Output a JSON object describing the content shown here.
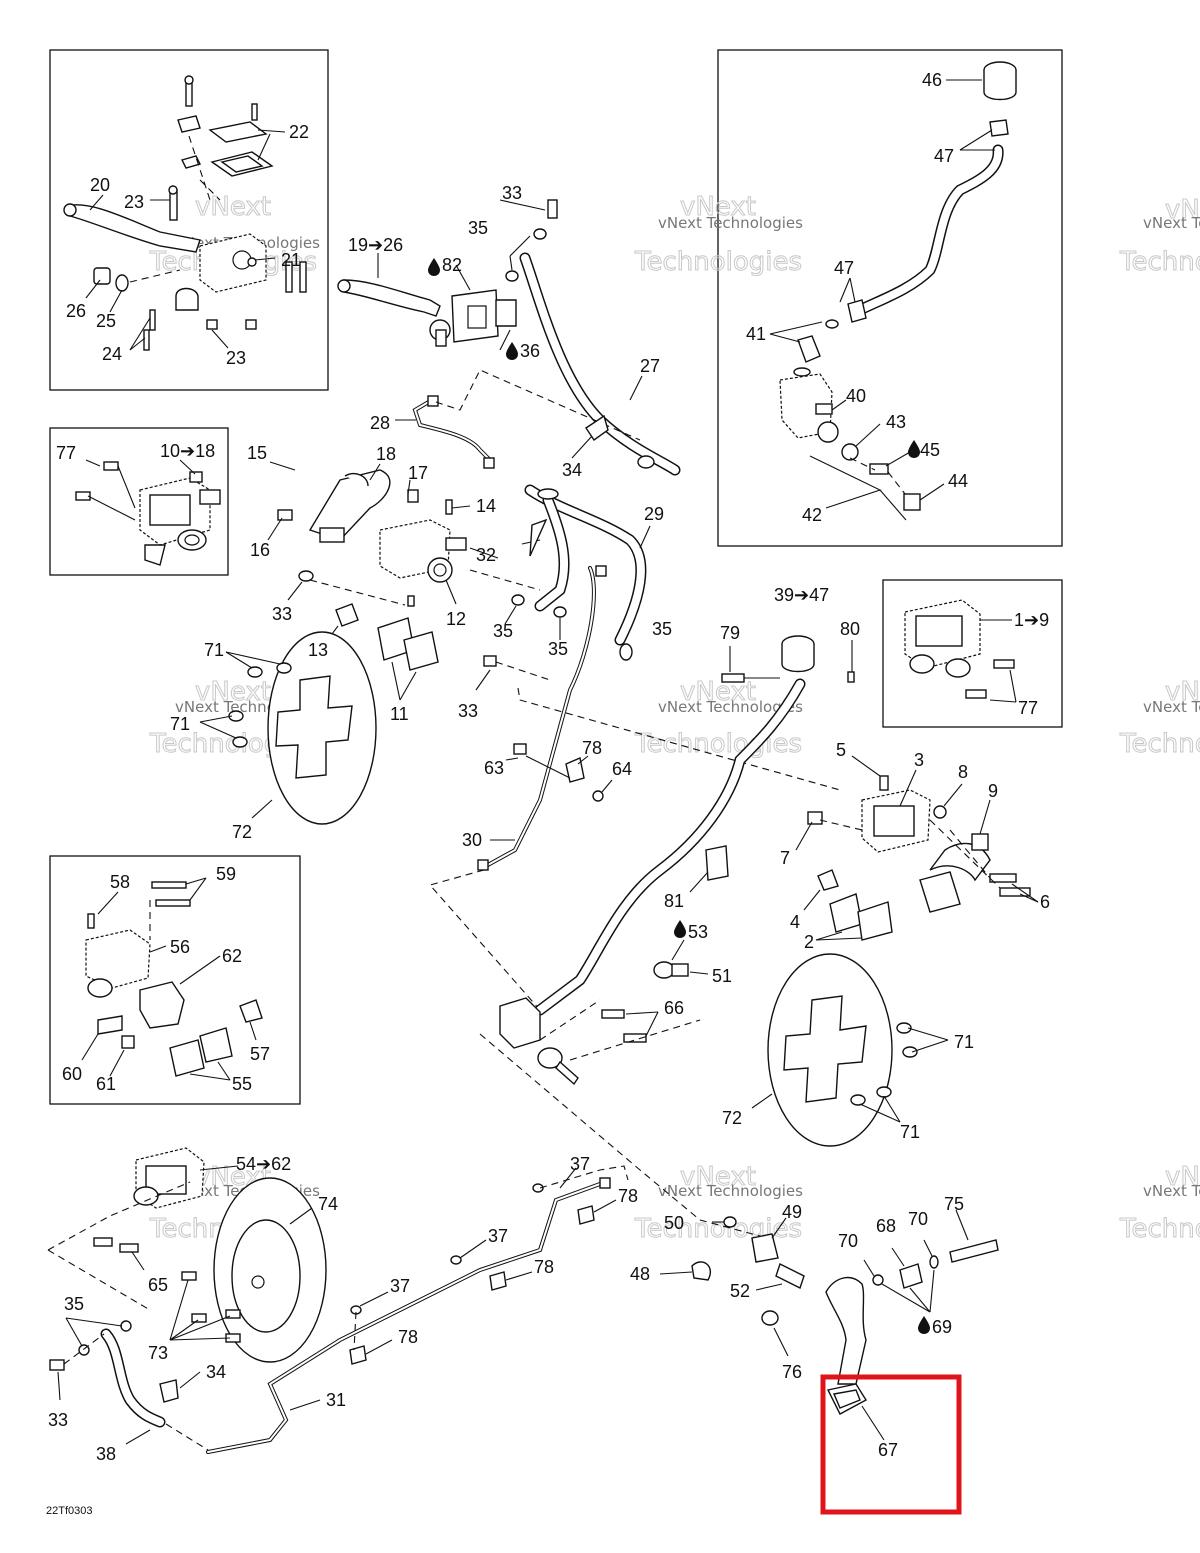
{
  "diagram_code": "22Tf0303",
  "watermark": {
    "line1": "vNext",
    "line2": "Technologies",
    "line3": "vNext Technologies"
  },
  "highlight_color": "#e0141b",
  "labels": {
    "l1_9": "1➔9",
    "l2": "2",
    "l3": "3",
    "l4": "4",
    "l5": "5",
    "l6": "6",
    "l7": "7",
    "l8": "8",
    "l9": "9",
    "l10_18": "10➔18",
    "l11": "11",
    "l12": "12",
    "l13": "13",
    "l14": "14",
    "l15": "15",
    "l16": "16",
    "l17": "17",
    "l18": "18",
    "l19_26": "19➔26",
    "l20": "20",
    "l21": "21",
    "l22": "22",
    "l23a": "23",
    "l23b": "23",
    "l24": "24",
    "l25": "25",
    "l26": "26",
    "l27": "27",
    "l28": "28",
    "l29": "29",
    "l30": "30",
    "l31": "31",
    "l32": "32",
    "l33a": "33",
    "l33b": "33",
    "l33c": "33",
    "l33d": "33",
    "l34a": "34",
    "l34b": "34",
    "l35a": "35",
    "l35b": "35",
    "l35c": "35",
    "l35d": "35",
    "l35e": "35",
    "l36": "36",
    "l37a": "37",
    "l37b": "37",
    "l37c": "37",
    "l38": "38",
    "l39_47": "39➔47",
    "l40": "40",
    "l41": "41",
    "l42": "42",
    "l43": "43",
    "l44": "44",
    "l45": "45",
    "l46": "46",
    "l47a": "47",
    "l47b": "47",
    "l48": "48",
    "l49": "49",
    "l50": "50",
    "l51": "51",
    "l52": "52",
    "l53": "53",
    "l54_62": "54➔62",
    "l55": "55",
    "l56": "56",
    "l57": "57",
    "l58": "58",
    "l59": "59",
    "l60": "60",
    "l61": "61",
    "l62": "62",
    "l63": "63",
    "l64": "64",
    "l65": "65",
    "l66": "66",
    "l67": "67",
    "l68": "68",
    "l69": "69",
    "l70a": "70",
    "l70b": "70",
    "l71a": "71",
    "l71b": "71",
    "l71c": "71",
    "l71d": "71",
    "l72a": "72",
    "l72b": "72",
    "l73": "73",
    "l74": "74",
    "l75": "75",
    "l76": "76",
    "l77a": "77",
    "l77b": "77",
    "l78a": "78",
    "l78b": "78",
    "l78c": "78",
    "l78d": "78",
    "l79": "79",
    "l80": "80",
    "l81": "81",
    "l82": "82"
  }
}
